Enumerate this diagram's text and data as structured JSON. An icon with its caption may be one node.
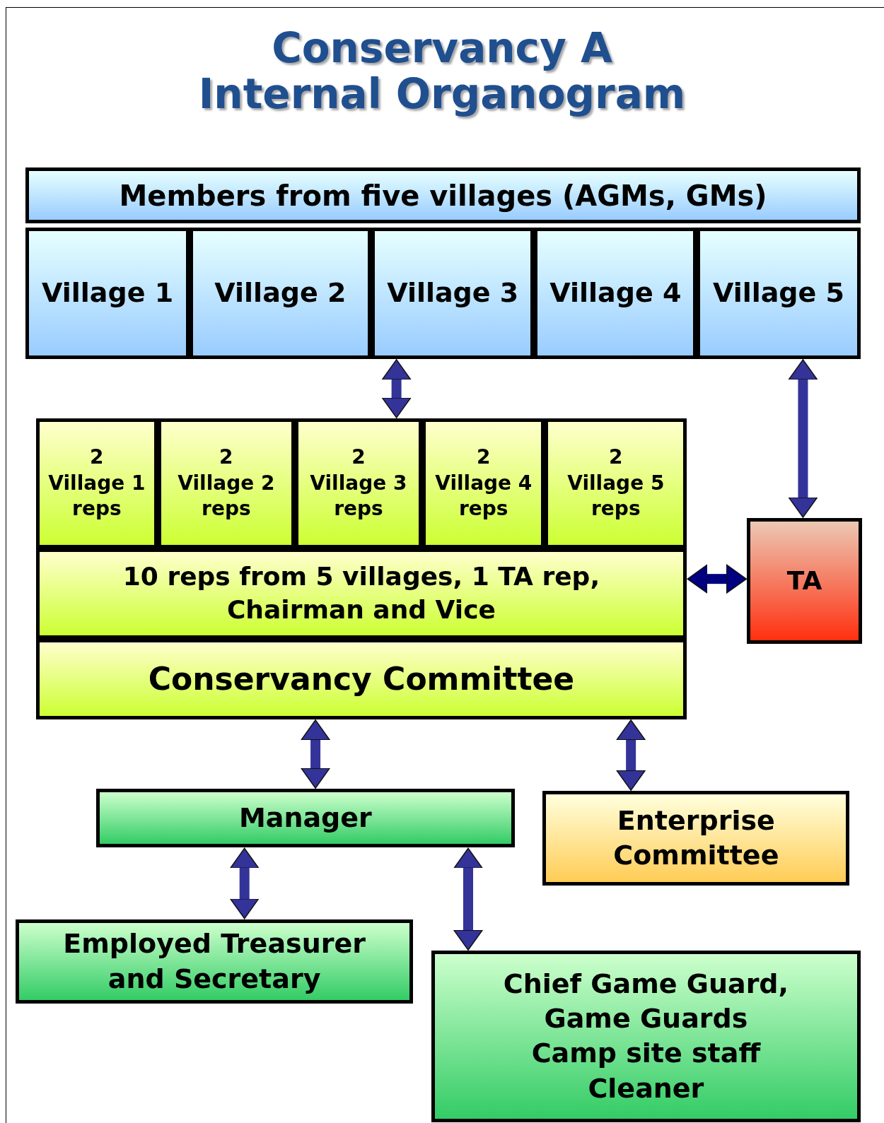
{
  "diagram": {
    "title": "Conservancy A Internal Organogram",
    "nodes": [
      {
        "text": [
          "Members from five villages (AGMs, GMs)"
        ]
      },
      {
        "text": [
          "Village 1"
        ]
      },
      {
        "text": [
          "Village 2"
        ]
      },
      {
        "text": [
          "Village 3"
        ]
      },
      {
        "text": [
          "Village 4"
        ]
      },
      {
        "text": [
          "Village 5"
        ]
      },
      {
        "text": [
          "2 Village 1 reps"
        ]
      },
      {
        "text": [
          "2 Village 2 reps"
        ]
      },
      {
        "text": [
          "2 Village 3 reps"
        ]
      },
      {
        "text": [
          "2 Village 4 reps"
        ]
      },
      {
        "text": [
          "2 Village 5 reps"
        ]
      },
      {
        "text": [
          "10 reps from 5 villages, 1 TA rep, Chairman and Vice"
        ]
      },
      {
        "text": [
          "Conservancy Committee"
        ]
      },
      {
        "text": [
          "TA"
        ]
      },
      {
        "text": [
          "Manager"
        ]
      },
      {
        "text": [
          "Enterprise Committee"
        ]
      },
      {
        "text": [
          "Employed Treasurer and Secretary"
        ]
      },
      {
        "text": [
          "Chief Game Guard,",
          "Game Guards",
          "Camp site staff",
          "Cleaner"
        ]
      }
    ],
    "edges": [
      {
        "from": 3,
        "to": 8,
        "arrow": "both"
      },
      {
        "from": 5,
        "to": 13,
        "arrow": "both"
      },
      {
        "from": 11,
        "to": 13,
        "arrow": "both",
        "color": "#000080"
      },
      {
        "from": 12,
        "to": 14,
        "arrow": "both"
      },
      {
        "from": 12,
        "to": 15,
        "arrow": "both"
      },
      {
        "from": 14,
        "to": 16,
        "arrow": "both"
      },
      {
        "from": 14,
        "to": 17,
        "arrow": "both"
      }
    ]
  }
}
